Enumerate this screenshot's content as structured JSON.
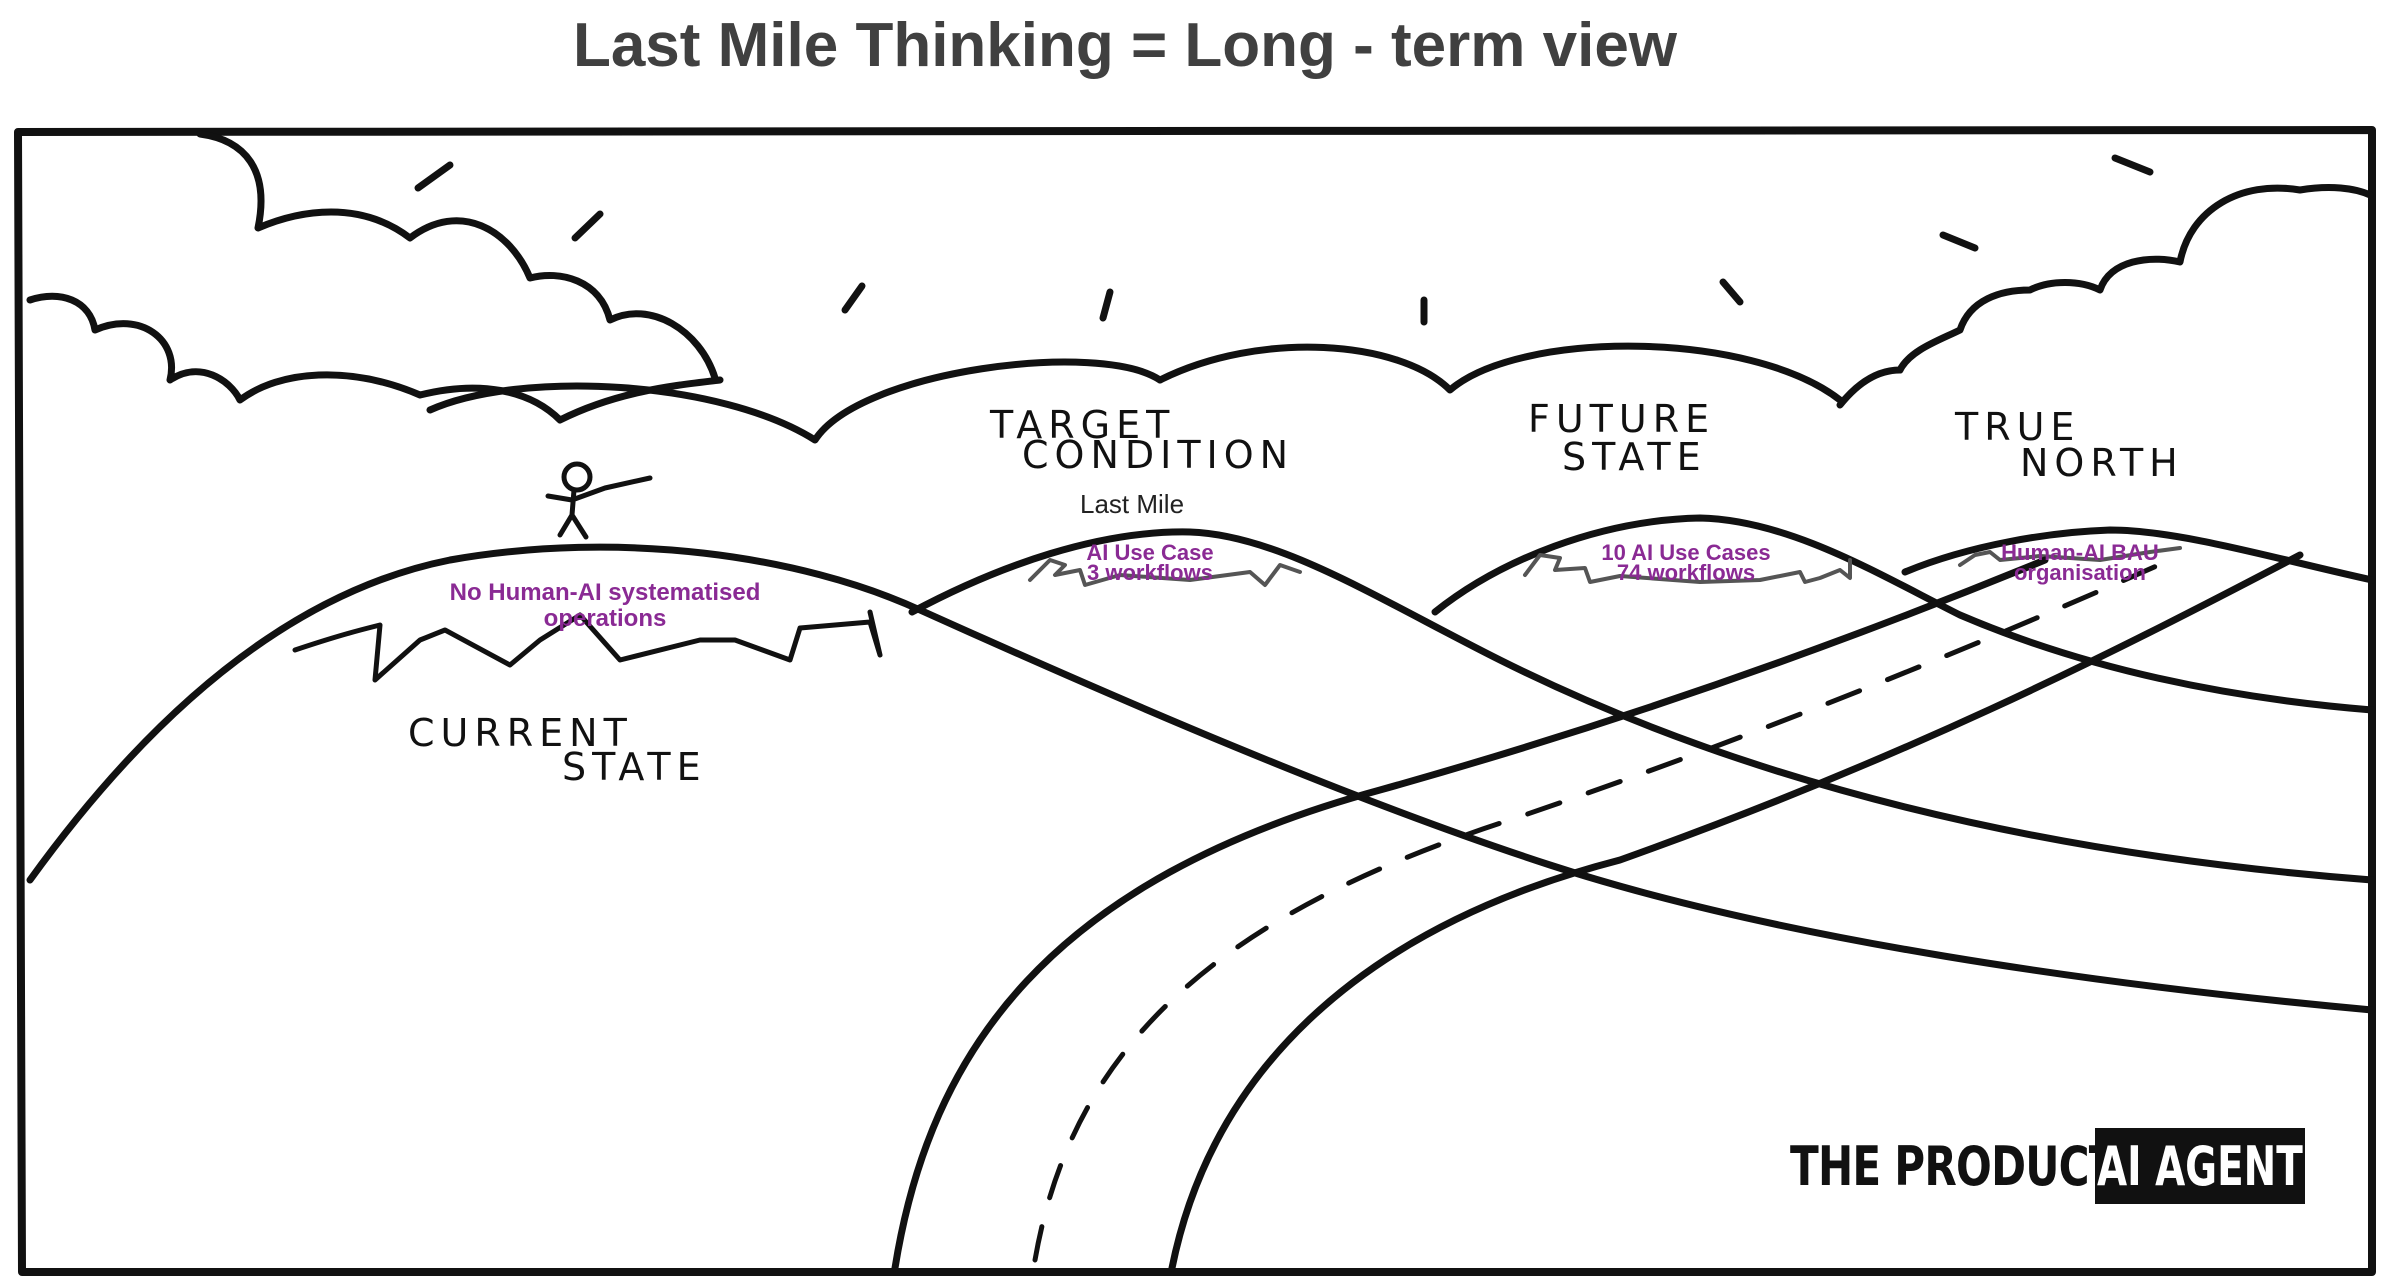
{
  "title": "Last Mile Thinking = Long - term view",
  "labels": {
    "target_1": "TARGET",
    "target_2": "CONDITION",
    "future_1": "FUTURE",
    "future_2": "STATE",
    "north_1": "TRUE",
    "north_2": "NORTH",
    "current_1": "CURRENT",
    "current_2": "STATE",
    "last_mile": "Last Mile"
  },
  "annotations": {
    "current_1": "No Human-AI systematised",
    "current_2": "operations",
    "target_1": "AI Use Case",
    "target_2": "3 workflows",
    "future_1": "10 AI Use Cases",
    "future_2": "74 workflows",
    "north_1": "Human-AI BAU",
    "north_2": "organisation"
  },
  "logo": {
    "text_plain": "THE PRODUCT",
    "text_boxed": "AI AGENT"
  },
  "colors": {
    "ink": "#111111",
    "title": "#404040",
    "annotation": "#8a2a94"
  }
}
